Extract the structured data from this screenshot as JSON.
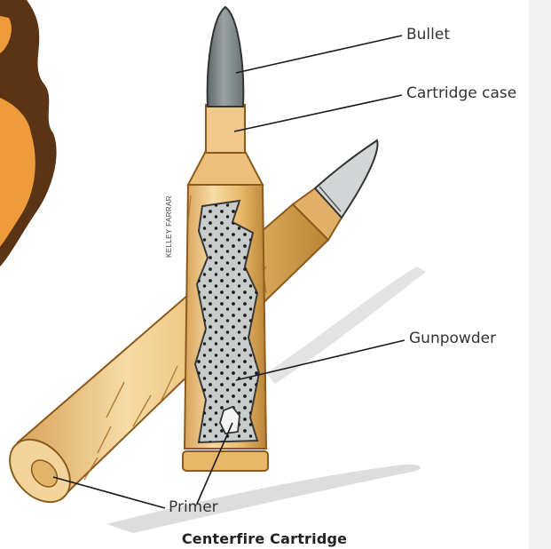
{
  "labels": {
    "bullet": "Bullet",
    "cartridge_case": "Cartridge case",
    "gunpowder": "Gunpowder",
    "primer": "Primer"
  },
  "caption": "Centerfire Cartridge",
  "credit": "KELLEY FARRAR",
  "colors": {
    "brass": "#e8b86a",
    "brass_dark": "#b07a2c",
    "brass_light": "#f6dca6",
    "lead": "#7d8788",
    "powder": "#c9cccc",
    "badge_brown": "#5a3414",
    "badge_orange": "#ee9b3c",
    "leader_line": "#1a1a1a"
  }
}
